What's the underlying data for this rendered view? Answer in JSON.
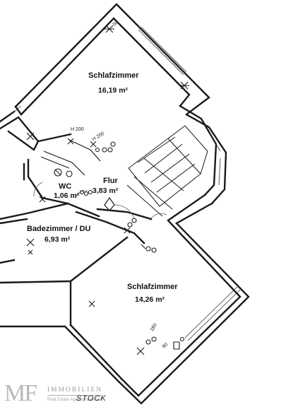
{
  "rooms": {
    "bedroom_top": {
      "name": "Schlafzimmer",
      "area": "16,19 m²"
    },
    "wc": {
      "name": "WC",
      "area": "1,06 m²"
    },
    "hallway": {
      "name": "Flur",
      "area": "3,83 m²"
    },
    "bathroom": {
      "name": "Badezimmer / DU",
      "area": "6,93 m²"
    },
    "bedroom_bottom": {
      "name": "Schlafzimmer",
      "area": "14,26 m²"
    }
  },
  "annotations": {
    "h200_a": "H 200",
    "h200_b": "H 200",
    "mark_50": "50",
    "mark_180": "180",
    "mark_80": "80"
  },
  "watermark": {
    "brand": "MF",
    "name": "IMMOBILIEN",
    "tagline": "Real Estate Agency Mallorca",
    "stock": "STOCK"
  }
}
